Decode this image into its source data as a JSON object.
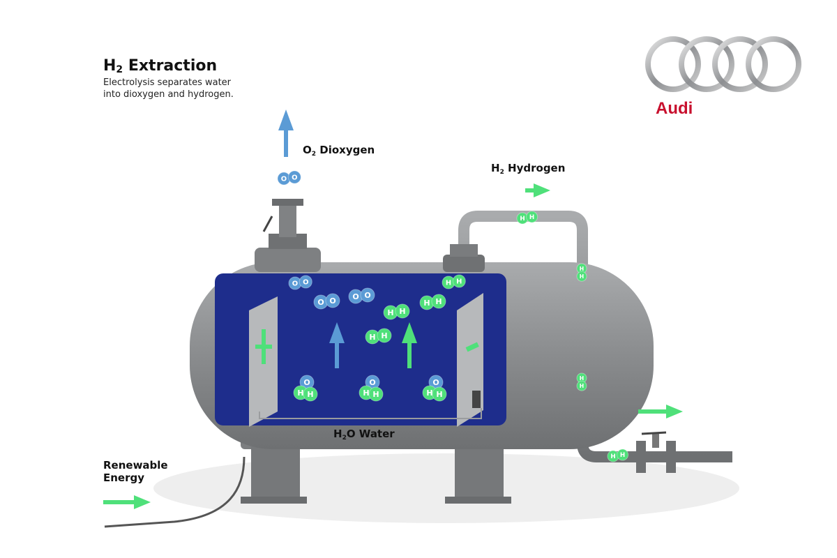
{
  "title": {
    "prefix": "H",
    "sub": "2",
    "suffix": " Extraction"
  },
  "subtitle": {
    "line1": "Electrolysis separates water",
    "line2": "into dioxygen and hydrogen."
  },
  "labels": {
    "dioxygen": {
      "prefix": "O",
      "sub": "2",
      "suffix": " Dioxygen"
    },
    "hydrogen": {
      "prefix": "H",
      "sub": "2",
      "suffix": " Hydrogen"
    },
    "water": {
      "prefix": "H",
      "sub": "2",
      "suffix": "O Water"
    },
    "energy": {
      "line1": "Renewable",
      "line2": "Energy"
    }
  },
  "brand": {
    "name": "Audi",
    "color": "#c8102e"
  },
  "atoms": {
    "O": "O",
    "H": "H"
  },
  "colors": {
    "water": "#1e2d8c",
    "oxygen": "#5b9bd5",
    "hydrogen": "#4fe07a",
    "steel": "#8c8e90"
  }
}
